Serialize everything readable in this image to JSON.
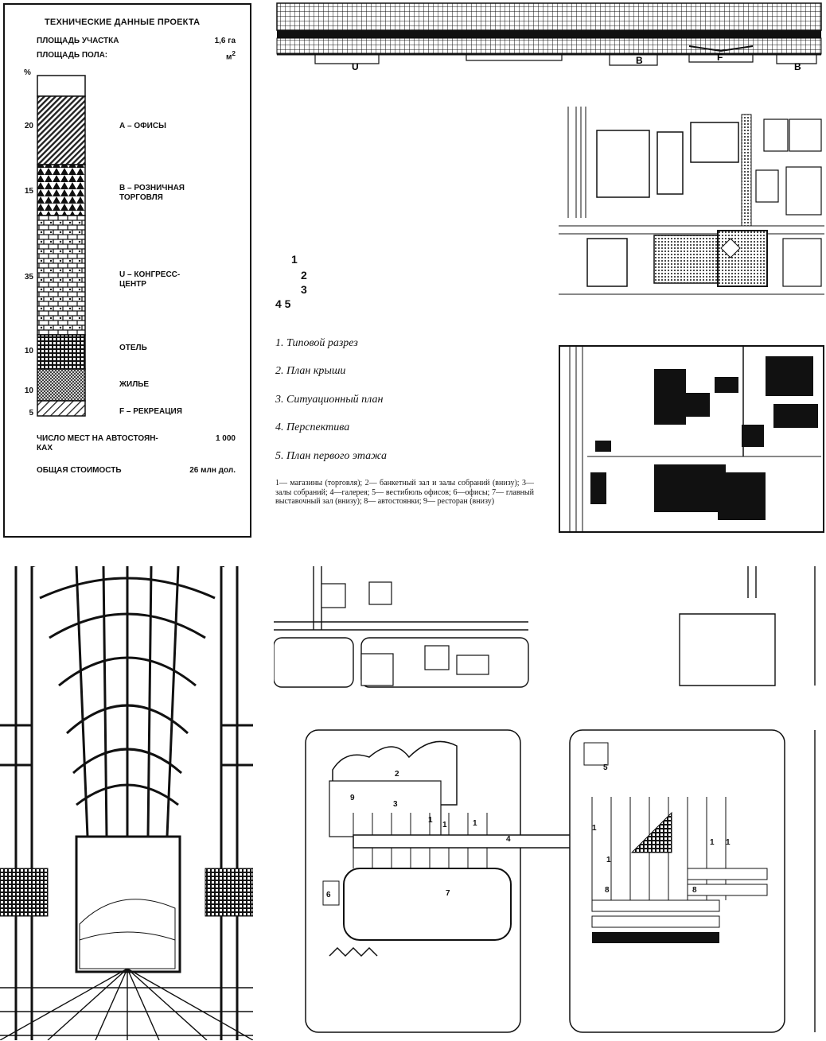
{
  "tech_data": {
    "title": "ТЕХНИЧЕСКИЕ ДАННЫЕ ПРОЕКТА",
    "site_area_label": "ПЛОЩАДЬ УЧАСТКА",
    "site_area_value": "1,6 га",
    "floor_area_label": "ПЛОЩАДЬ ПОЛА:",
    "floor_area_unit": "м",
    "floor_area_unit_sup": "2",
    "percent_symbol": "%",
    "segments": [
      {
        "percent": "20",
        "label": "А – ОФИСЫ",
        "share": 20
      },
      {
        "percent": "15",
        "label": "В – РОЗНИЧНАЯ\nТОРГОВЛЯ",
        "share": 15
      },
      {
        "percent": "35",
        "label": "U – КОНГРЕСС-\nЦЕНТР",
        "share": 35
      },
      {
        "percent": "10",
        "label": "ОТЕЛЬ",
        "share": 10
      },
      {
        "percent": "10",
        "label": "ЖИЛЬЕ",
        "share": 10
      },
      {
        "percent": "5",
        "label": "F – РЕКРЕАЦИЯ",
        "share": 5
      }
    ],
    "parking_label": "ЧИСЛО МЕСТ НА АВТОСТОЯН-\nКАХ",
    "parking_value": "1 000",
    "cost_label": "ОБЩАЯ СТОИМОСТЬ",
    "cost_value": "26 млн дол."
  },
  "section_labels": [
    "U",
    "B",
    "F",
    "B"
  ],
  "figure_index": {
    "n1": "1",
    "n2": "2",
    "n3": "3",
    "n45": "4 5"
  },
  "captions": [
    "1. Типовой разрез",
    "2. План крыши",
    "3. Ситуационный план",
    "4. Перспектива",
    "5. План первого этажа"
  ],
  "notes": "1— магазины (торговля); 2— банкетный зал и залы собраний (внизу); 3— залы собраний; 4—галерея; 5— вестибюль офисов; 6—офисы; 7— главный выставочный зал (внизу); 8— автостоянки; 9— ресторан (внизу)",
  "plan_labels": [
    "2",
    "9",
    "3",
    "1",
    "1",
    "1",
    "4",
    "6",
    "7",
    "5",
    "1",
    "1",
    "8",
    "8",
    "1",
    "1"
  ]
}
